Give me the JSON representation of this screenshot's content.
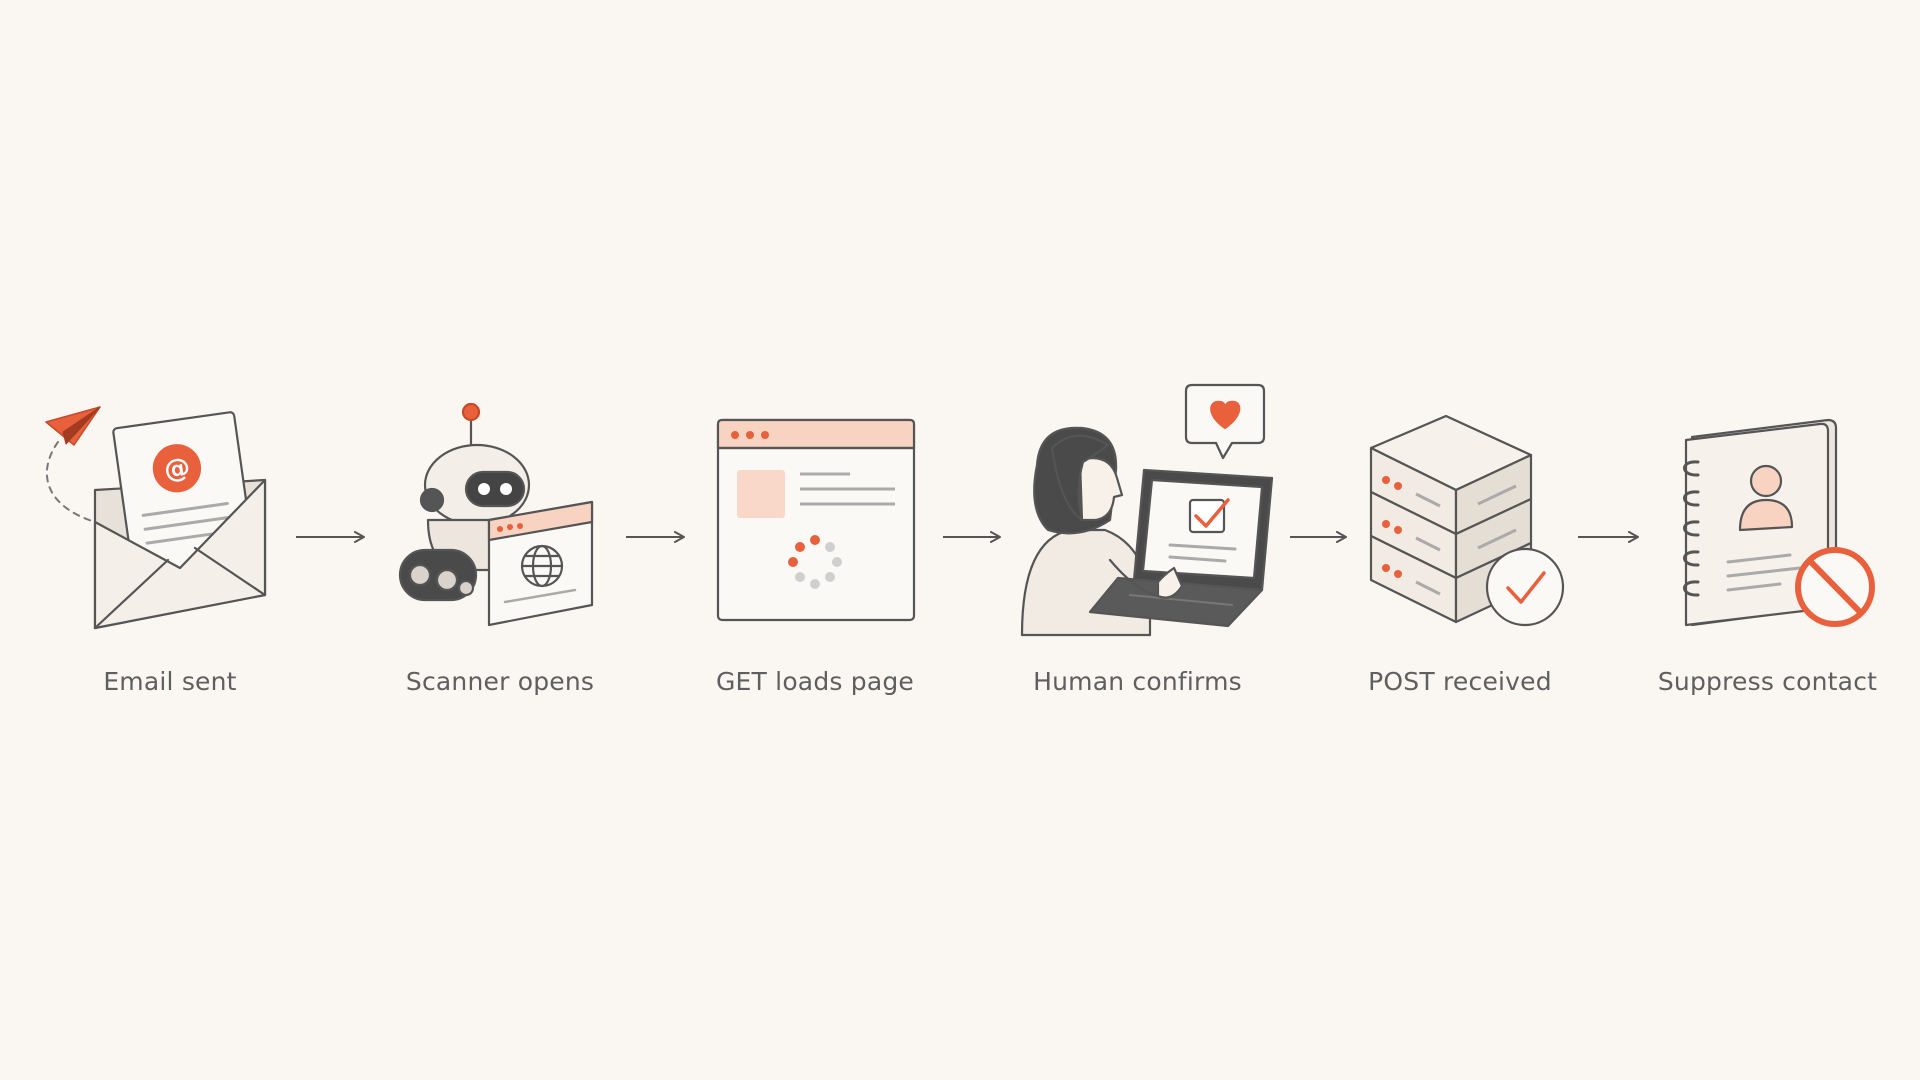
{
  "steps": [
    {
      "label": "Email sent",
      "icon": "envelope-icon"
    },
    {
      "label": "Scanner opens",
      "icon": "robot-scanner-icon"
    },
    {
      "label": "GET loads page",
      "icon": "browser-loading-icon"
    },
    {
      "label": "Human confirms",
      "icon": "person-laptop-icon"
    },
    {
      "label": "POST received",
      "icon": "server-check-icon"
    },
    {
      "label": "Suppress contact",
      "icon": "contact-book-blocked-icon"
    }
  ],
  "colors": {
    "background": "#faf7f2",
    "accent": "#e8603c",
    "accent_light": "#f8d3c2",
    "stroke": "#555555",
    "fill_light": "#f3eee7",
    "text": "#5f5f5f"
  }
}
